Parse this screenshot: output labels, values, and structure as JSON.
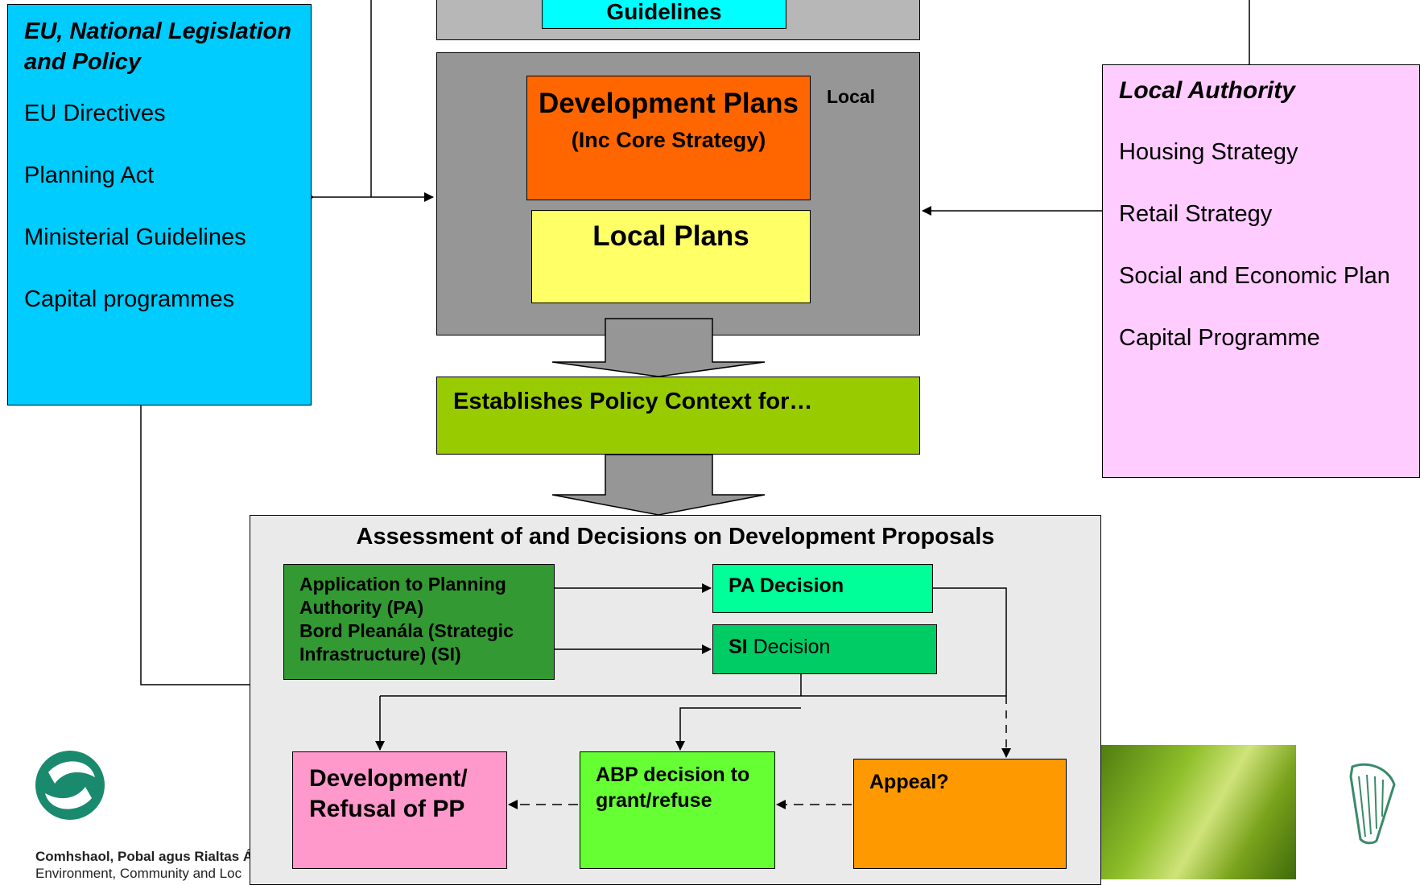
{
  "guidelines_box": {
    "label": "Guidelines"
  },
  "eu_box": {
    "title": "EU, National Legislation and Policy",
    "items": [
      "EU Directives",
      "Planning Act",
      "Ministerial Guidelines",
      "Capital programmes"
    ]
  },
  "local_frame": {
    "label": "Local",
    "development_plans": {
      "line1": "Development Plans",
      "line2": "(Inc Core Strategy)"
    },
    "local_plans": "Local Plans"
  },
  "local_authority_box": {
    "title": "Local Authority",
    "items": [
      "Housing Strategy",
      "Retail Strategy",
      "Social and Economic Plan",
      "Capital Programme"
    ]
  },
  "policy_context": "Establishes Policy Context for…",
  "assessment": {
    "title": "Assessment of and Decisions on Development Proposals",
    "application": {
      "line1": "Application to Planning Authority (PA)",
      "line2": "Bord Pleanála (Strategic Infrastructure) (SI)"
    },
    "pa_decision": "PA Decision",
    "si_decision": {
      "prefix": "SI",
      "text": "Decision"
    },
    "development_refusal": "Development/ Refusal of PP",
    "abp_decision": "ABP decision to grant/refuse",
    "appeal": "Appeal?"
  },
  "footer": {
    "logo_line1": "Comhshaol, Pobal agus Rialtas Á",
    "logo_line2": "Environment, Community and Loc"
  },
  "colors": {
    "eu_box": "#00ccff",
    "local_authority_box": "#ffccff",
    "development_plans": "#ff6600",
    "local_plans": "#ffff66",
    "policy_context": "#99cc00",
    "guidelines": "#00ffff",
    "application": "#339933",
    "pa_decision": "#00ff99",
    "si_decision": "#00cc66",
    "development_refusal": "#ff99cc",
    "abp_decision": "#66ff33",
    "appeal": "#ff9900"
  }
}
